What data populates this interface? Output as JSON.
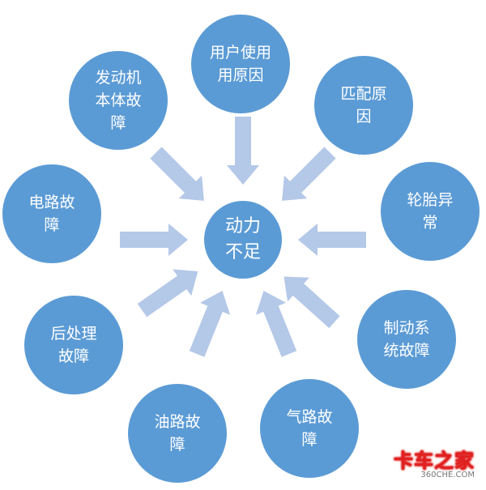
{
  "colors": {
    "node": "#5b9bd5",
    "arrow": "#b4c8e8",
    "background": "#ffffff"
  },
  "center": {
    "label": "动力\n不足"
  },
  "nodes": [
    {
      "id": "user-usage",
      "label": "用户使用\n用原因"
    },
    {
      "id": "matching",
      "label": "匹配原\n因"
    },
    {
      "id": "tire",
      "label": "轮胎异\n常"
    },
    {
      "id": "brake",
      "label": "制动系\n统故障"
    },
    {
      "id": "gas-line",
      "label": "气路故\n障"
    },
    {
      "id": "oil-line",
      "label": "油路故\n障"
    },
    {
      "id": "after-treatment",
      "label": "后处理\n故障"
    },
    {
      "id": "circuit",
      "label": "电路故\n障"
    },
    {
      "id": "engine",
      "label": "发动机\n本体故\n障"
    }
  ],
  "watermark": {
    "main": "卡车之家",
    "sub": "360CHE.COM"
  }
}
